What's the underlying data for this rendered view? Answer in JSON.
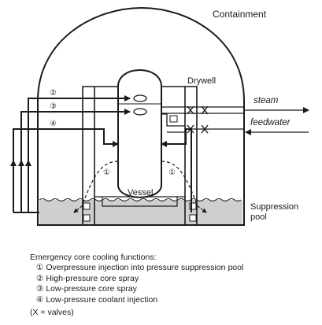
{
  "labels": {
    "containment": "Containment",
    "drywell": "Drywell",
    "vessel": "Vessel",
    "suppression_line1": "Suppression",
    "suppression_line2": "pool",
    "steam": "steam",
    "feedwater": "feedwater"
  },
  "line_markers": {
    "overpressure": "①",
    "high_pressure_spray": "②",
    "low_pressure_spray": "③",
    "low_pressure_injection": "④"
  },
  "legend": {
    "title": "Emergency core cooling functions:",
    "items": [
      "① Overpressure injection into pressure suppression pool",
      "② High-pressure core spray",
      "③ Low-pressure core spray",
      "④ Low-pressure coolant injection"
    ],
    "note": "(X = valves)"
  },
  "colors": {
    "ink": "#1a1a1a",
    "pool": "#cfcfcf"
  }
}
